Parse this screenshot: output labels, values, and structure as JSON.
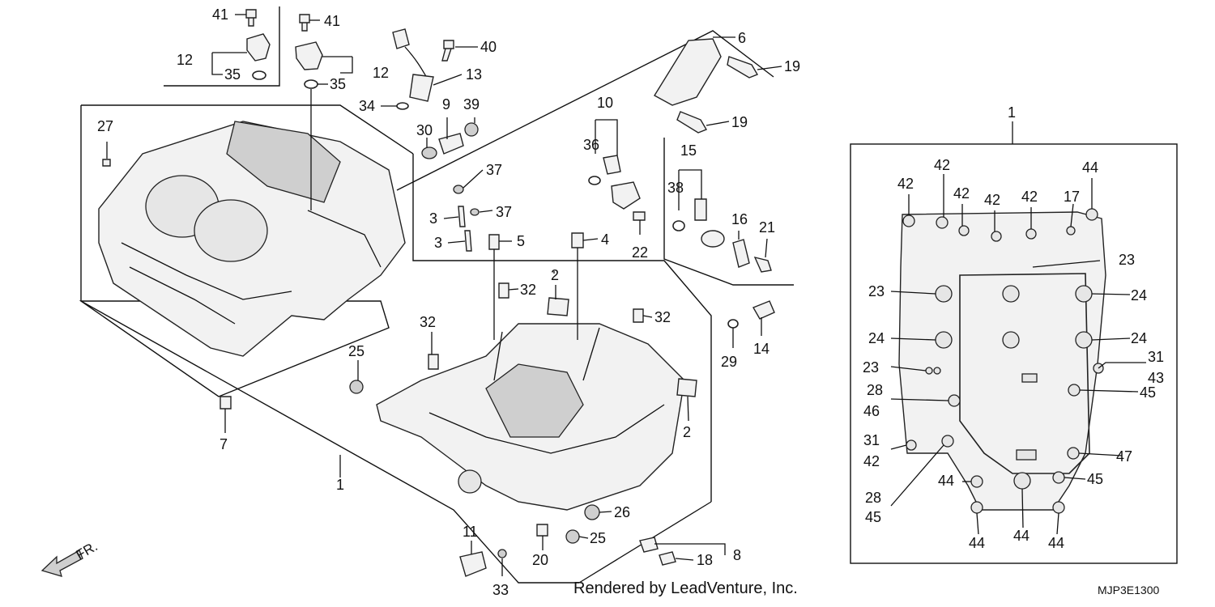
{
  "footer": {
    "credit": "Rendered by LeadVenture, Inc.",
    "diagram_code": "MJP3E1300"
  },
  "direction_marker": "FR.",
  "callouts": {
    "c1a": "1",
    "c1b": "1",
    "c2a": "2",
    "c2b": "2",
    "c3a": "3",
    "c3b": "3",
    "c4": "4",
    "c5": "5",
    "c6": "6",
    "c7": "7",
    "c8": "8",
    "c9": "9",
    "c10": "10",
    "c11": "11",
    "c12a": "12",
    "c12b": "12",
    "c13": "13",
    "c14": "14",
    "c15": "15",
    "c16": "16",
    "c17": "17",
    "c18": "18",
    "c19a": "19",
    "c19b": "19",
    "c20": "20",
    "c21": "21",
    "c22": "22",
    "c23a": "23",
    "c23b": "23",
    "c23c": "23",
    "c24a": "24",
    "c24b": "24",
    "c24c": "24",
    "c25a": "25",
    "c25b": "25",
    "c26": "26",
    "c27": "27",
    "c28a": "28",
    "c28b": "28",
    "c29": "29",
    "c30": "30",
    "c31a": "31",
    "c31b": "31",
    "c32a": "32",
    "c32b": "32",
    "c32c": "32",
    "c33": "33",
    "c34": "34",
    "c35a": "35",
    "c35b": "35",
    "c36": "36",
    "c37a": "37",
    "c37b": "37",
    "c38": "38",
    "c39": "39",
    "c40": "40",
    "c41a": "41",
    "c41b": "41",
    "c42a": "42",
    "c42b": "42",
    "c42c": "42",
    "c42d": "42",
    "c42e": "42",
    "c42f": "42",
    "c43": "43",
    "c44a": "44",
    "c44b": "44",
    "c44c": "44",
    "c44d": "44",
    "c44e": "44",
    "c45a": "45",
    "c45b": "45",
    "c45c": "45",
    "c46": "46",
    "c47": "47"
  }
}
